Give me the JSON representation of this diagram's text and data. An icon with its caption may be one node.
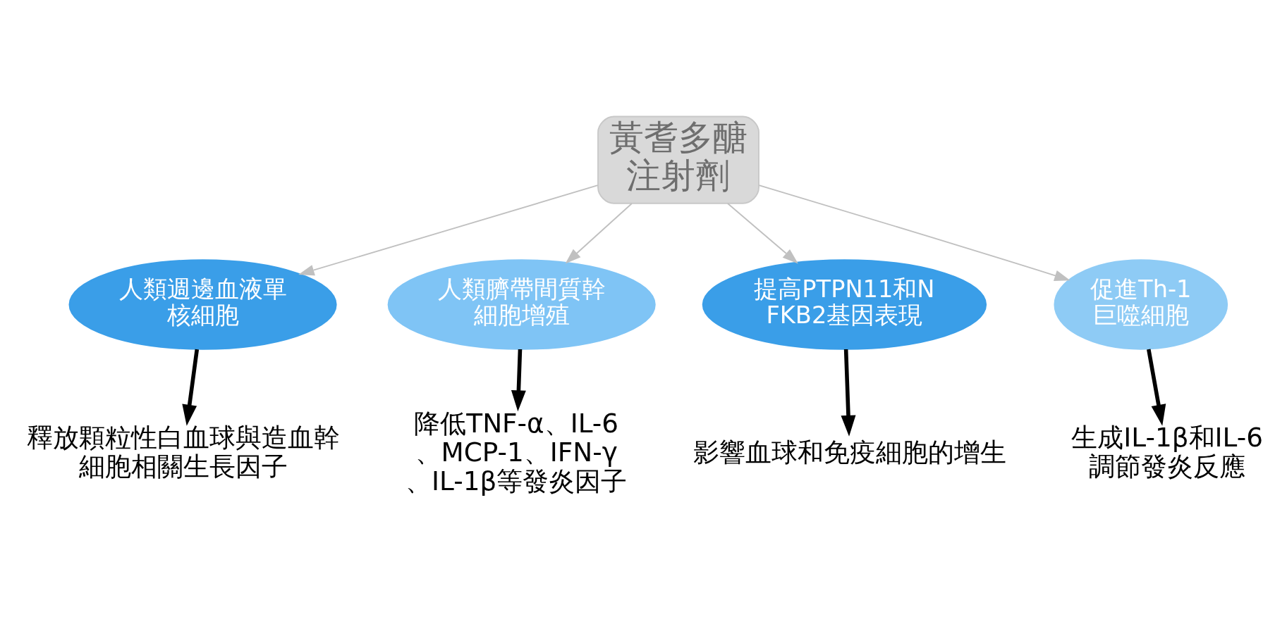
{
  "diagram": {
    "nodes": [
      {
        "text": [
          "黃耆多醣注射劑"
        ]
      },
      {
        "text": [
          "人類週邊血液單核細胞"
        ]
      },
      {
        "text": [
          "人類臍帶間質幹細胞增殖"
        ]
      },
      {
        "text": [
          "提高PTPN11和NFKB2基因表現"
        ]
      },
      {
        "text": [
          "促進Th-1巨噬細胞"
        ]
      },
      {
        "text": [
          "釋放顆粒性白血球與造血幹細胞相關生長因子"
        ]
      },
      {
        "text": [
          "降低TNF-α、IL-6、MCP-1、IFN-γ、IL-1β等發炎因子"
        ]
      },
      {
        "text": [
          "影響血球和免疫細胞的增生"
        ]
      },
      {
        "text": [
          "生成IL-1β和IL-6調節發炎反應"
        ]
      }
    ],
    "edges": [
      {
        "from": 0,
        "to": 1,
        "arrow": "to",
        "color": "#c0c0c0"
      },
      {
        "from": 0,
        "to": 2,
        "arrow": "to",
        "color": "#c0c0c0"
      },
      {
        "from": 0,
        "to": 3,
        "arrow": "to",
        "color": "#c0c0c0"
      },
      {
        "from": 0,
        "to": 4,
        "arrow": "to",
        "color": "#c0c0c0"
      },
      {
        "from": 1,
        "to": 5,
        "arrow": "to",
        "style": "thick",
        "color": "#000000"
      },
      {
        "from": 2,
        "to": 6,
        "arrow": "to",
        "style": "thick",
        "color": "#000000"
      },
      {
        "from": 3,
        "to": 7,
        "arrow": "to",
        "style": "thick",
        "color": "#000000"
      },
      {
        "from": 4,
        "to": 8,
        "arrow": "to",
        "style": "thick",
        "color": "#000000"
      }
    ]
  }
}
